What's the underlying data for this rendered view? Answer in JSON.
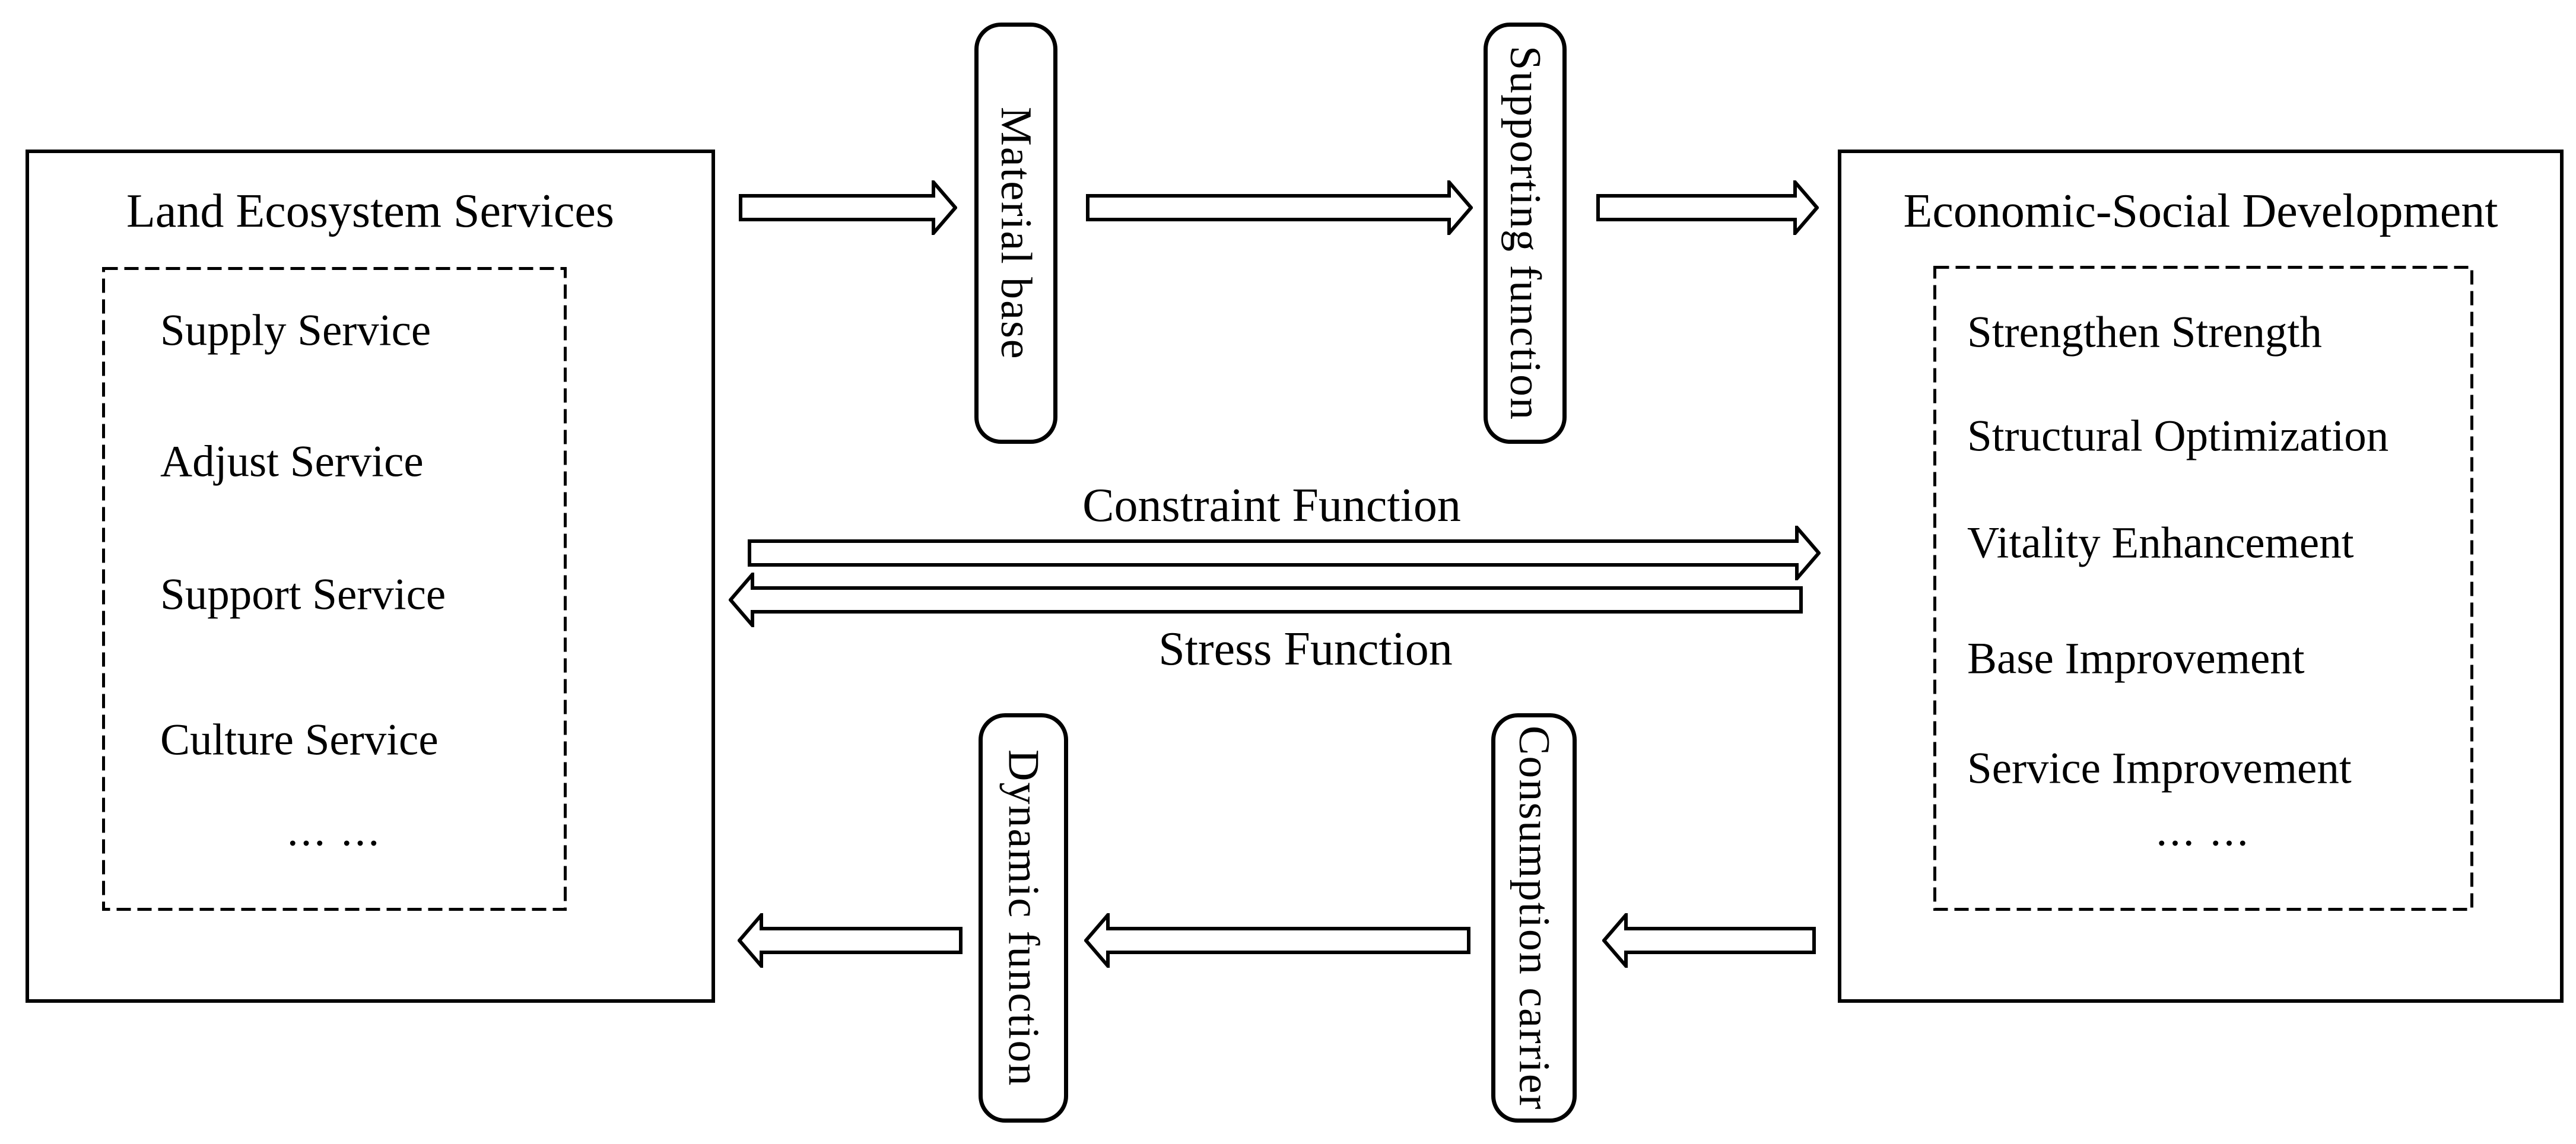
{
  "left_panel": {
    "title": "Land Ecosystem Services",
    "items": [
      "Supply Service",
      "Adjust Service",
      "Support Service",
      "Culture Service"
    ],
    "ellipsis": "... ..."
  },
  "right_panel": {
    "title": "Economic-Social Development",
    "items": [
      "Strengthen Strength",
      "Structural Optimization",
      "Vitality Enhancement",
      "Base Improvement",
      "Service Improvement"
    ],
    "ellipsis": "... ..."
  },
  "top_flow": {
    "node1": "Material base",
    "node2": "Supporting function"
  },
  "center_flow": {
    "forward_label": "Constraint Function",
    "backward_label": "Stress Function"
  },
  "bottom_flow": {
    "node1": "Dynamic function",
    "node2": "Consumption carrier"
  },
  "colors": {
    "line": "#000000",
    "background": "#ffffff",
    "text": "#000000"
  }
}
